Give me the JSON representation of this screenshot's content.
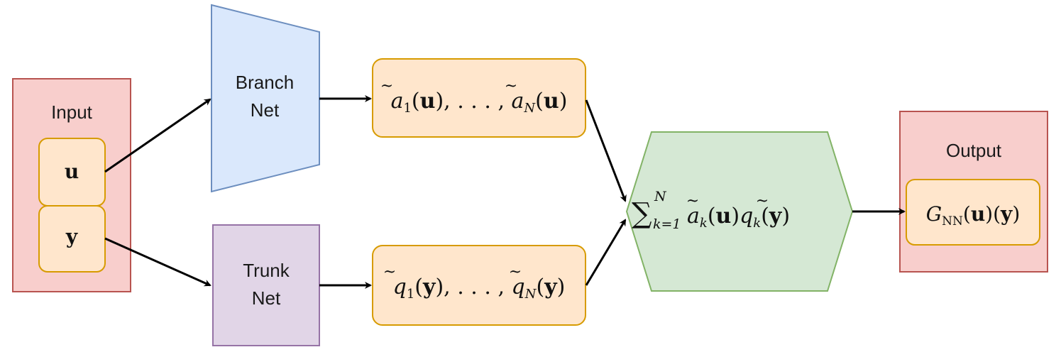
{
  "colors": {
    "input_fill": "#f8cecc",
    "input_stroke": "#b85450",
    "inner_fill": "#ffe6cc",
    "inner_stroke": "#d79b00",
    "branch_fill": "#dae8fc",
    "branch_stroke": "#6c8ebf",
    "trunk_fill": "#e1d5e7",
    "trunk_stroke": "#9673a6",
    "sum_fill": "#d5e8d4",
    "sum_stroke": "#82b366",
    "arrow": "#000000"
  },
  "input": {
    "title": "Input",
    "u": "u",
    "y": "y"
  },
  "branch": {
    "line1": "Branch",
    "line2": "Net"
  },
  "trunk": {
    "line1": "Trunk",
    "line2": "Net"
  },
  "branch_out": {
    "a": "a",
    "sub1": "1",
    "open": "(",
    "u": "u",
    "close": "),",
    "dots": " . . . , ",
    "a2": "a",
    "subN": "N",
    "open2": "(",
    "u2": "u",
    "close2": ")",
    "tilde": "~"
  },
  "trunk_out": {
    "q": "q",
    "sub1": "1",
    "open": "(",
    "y": "y",
    "close": "),",
    "dots": " . . . , ",
    "q2": "q",
    "subN": "N",
    "open2": "(",
    "y2": "y",
    "close2": ")",
    "tilde": "~"
  },
  "sum": {
    "sigma": "∑",
    "sup": "N",
    "sub": "k=1",
    "a": "a",
    "ak": "k",
    "u": "u",
    "q": "q",
    "qk": "k",
    "y": "y",
    "tilde": "~"
  },
  "output": {
    "title": "Output",
    "G": "G",
    "sub": "NN",
    "u": "u",
    "y": "y"
  }
}
